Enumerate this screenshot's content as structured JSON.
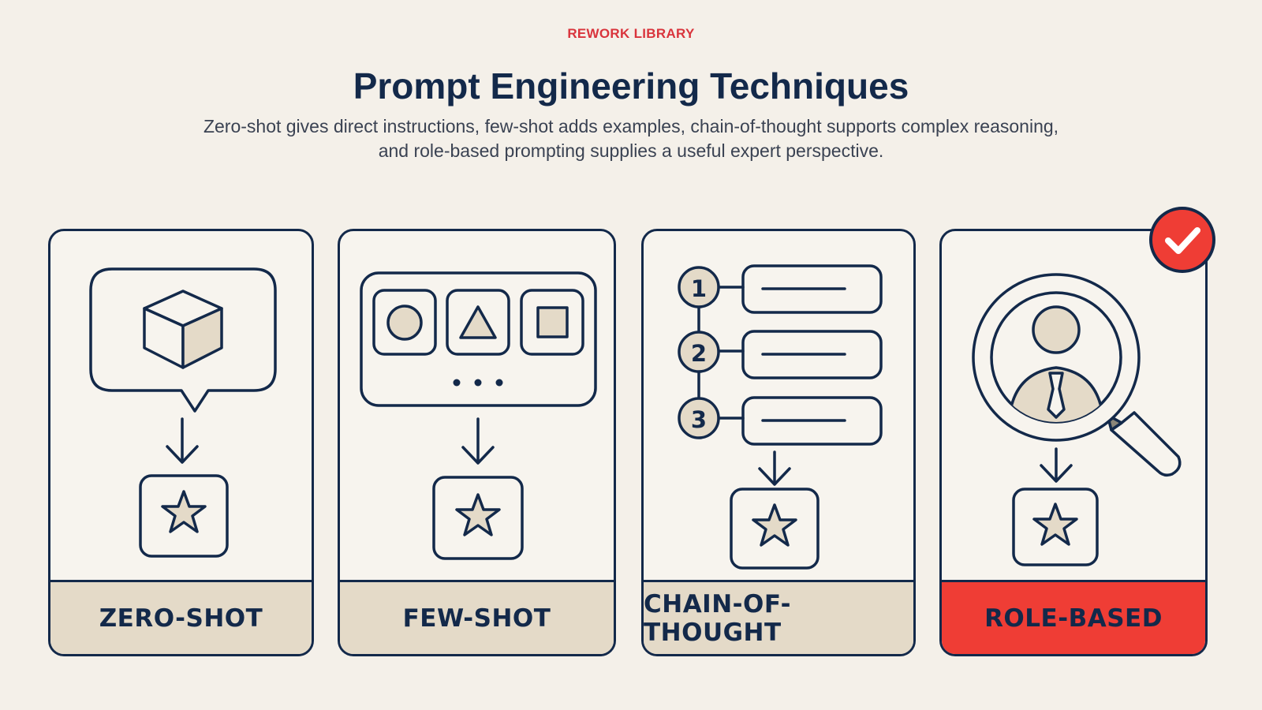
{
  "header": {
    "eyebrow": "REWORK LIBRARY",
    "title": "Prompt Engineering Techniques",
    "subtitle": "Zero-shot gives direct instructions, few-shot adds examples, chain-of-thought supports complex reasoning, and role-based prompting supplies a useful expert perspective."
  },
  "cards": [
    {
      "label": "ZERO-SHOT",
      "icon": "cube-speech-bubble-icon"
    },
    {
      "label": "FEW-SHOT",
      "icon": "example-shapes-icon"
    },
    {
      "label": "CHAIN-OF-THOUGHT",
      "icon": "numbered-steps-icon",
      "steps": [
        "1",
        "2",
        "3"
      ]
    },
    {
      "label": "ROLE-BASED",
      "icon": "magnifier-person-icon",
      "selected": true
    }
  ],
  "colors": {
    "navy": "#13294a",
    "accent_red": "#ef3d35",
    "beige": "#e4dac8",
    "background": "#f4f0e9"
  }
}
